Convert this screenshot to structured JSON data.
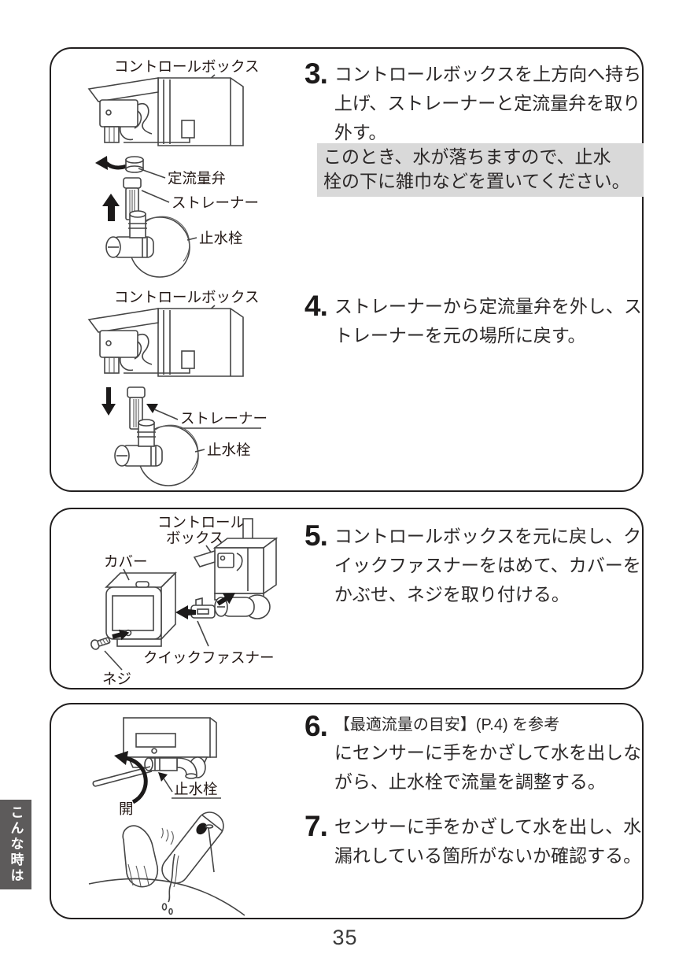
{
  "page": {
    "number": "35"
  },
  "tab": {
    "label": "こんな時は"
  },
  "steps": {
    "s3": {
      "num": "3.",
      "text": "コントロールボックスを上方向へ持ち上げ、ストレーナーと定流量弁を取り外す。"
    },
    "s4": {
      "num": "4.",
      "text": "ストレーナーから定流量弁を外し、ストレーナーを元の場所に戻す。"
    },
    "s5": {
      "num": "5.",
      "text": "コントロールボックスを元に戻し、クイックファスナーをはめて、カバーをかぶせ、ネジを取り付ける。"
    },
    "s6": {
      "num": "6.",
      "line1": "【最適流量の目安】(P.4) を参考",
      "rest": "にセンサーに手をかざして水を出しながら、止水栓で流量を調整する。"
    },
    "s7": {
      "num": "7.",
      "text": "センサーに手をかざして水を出し、水漏れしている箇所がないか確認する。"
    }
  },
  "note": {
    "text": "このとき、水が落ちますので、止水\n栓の下に雑巾などを置いてください。"
  },
  "labels": {
    "control_box": "コントロールボックス",
    "control_box_l1": "コントロール",
    "control_box_l2": "ボックス",
    "flow_valve": "定流量弁",
    "strainer": "ストレーナー",
    "stop_valve": "止水栓",
    "cover": "カバー",
    "quick_fastener": "クイックファスナー",
    "screw": "ネジ",
    "open": "開"
  },
  "colors": {
    "note_bg": "#d9d9d9",
    "tab_bg": "#5d5b5b",
    "border": "#221f1f",
    "text": "#231815"
  }
}
